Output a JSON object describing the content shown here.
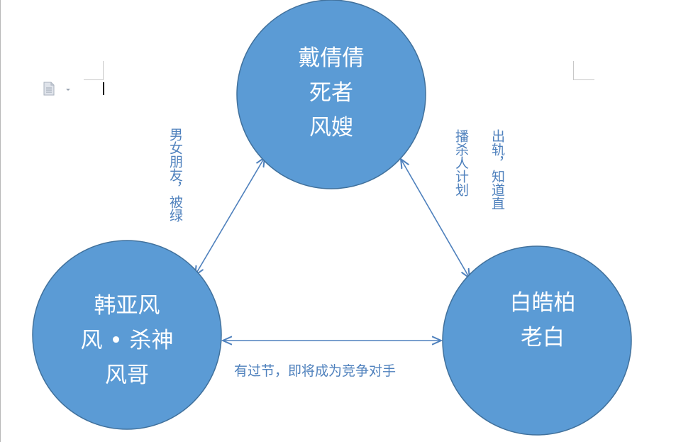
{
  "nodes": {
    "top": {
      "lines": [
        "戴倩倩",
        "死者",
        "风嫂"
      ]
    },
    "left": {
      "lines": [
        "韩亚风",
        "风 • 杀神",
        "风哥"
      ]
    },
    "right": {
      "lines": [
        "白皓柏",
        "老白"
      ]
    }
  },
  "edges": {
    "left_top": {
      "label": "男女朋友，被绿"
    },
    "top_right_col1": {
      "label": "播杀人计划"
    },
    "top_right_col2": {
      "label": "出轨，知道直"
    },
    "left_right": {
      "label": "有过节，即将成为竞争对手"
    }
  },
  "colors": {
    "node_fill": "#5b9bd5",
    "node_stroke": "#41719c",
    "edge": "#4f81bd",
    "label": "#4f81bd"
  },
  "icons": {
    "paste": "paste-options-icon"
  }
}
